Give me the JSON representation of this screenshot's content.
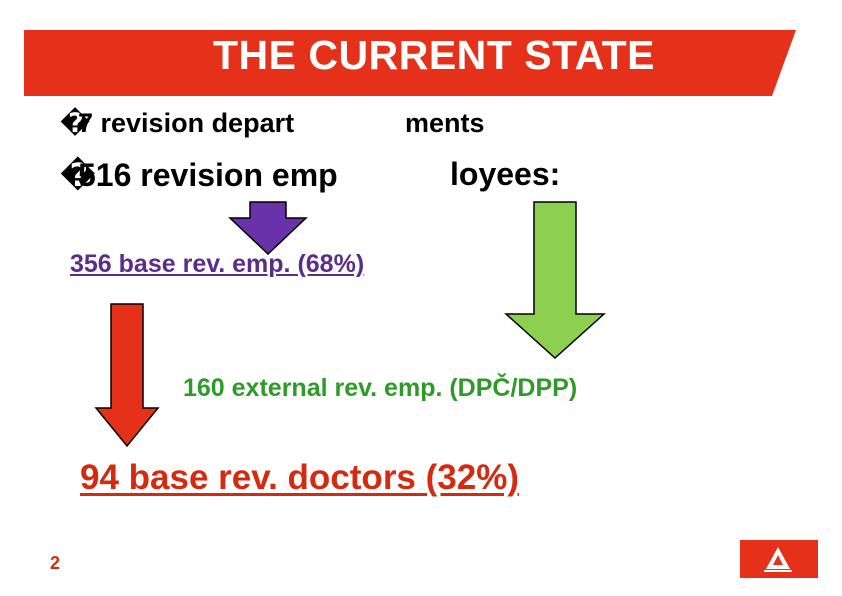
{
  "slide": {
    "title": "THE CURRENT STATE",
    "bullets": [
      {
        "glyph": "�",
        "part_a": "7 revision depart",
        "part_b": "ments"
      },
      {
        "glyph": "�",
        "part_a": "516 revision emp",
        "part_b": "loyees:"
      }
    ],
    "base_employees": "356 base rev. emp. (68%)",
    "external_employees": "160 external rev. emp. (DPČ/DPP)",
    "base_doctors": "94 base rev. doctors (32%)",
    "page_number": "2"
  },
  "colors": {
    "banner_red": "#e5301a",
    "purple": "#6a32a8",
    "green": "#8dd04f",
    "red_arrow": "#e5301a",
    "text_red": "#d42b10",
    "text_green": "#2e9b28",
    "text_purple": "#5a2d8a"
  },
  "icons": {
    "bullet": "unknown-bullet-icon",
    "logo": "company-logo-icon"
  }
}
